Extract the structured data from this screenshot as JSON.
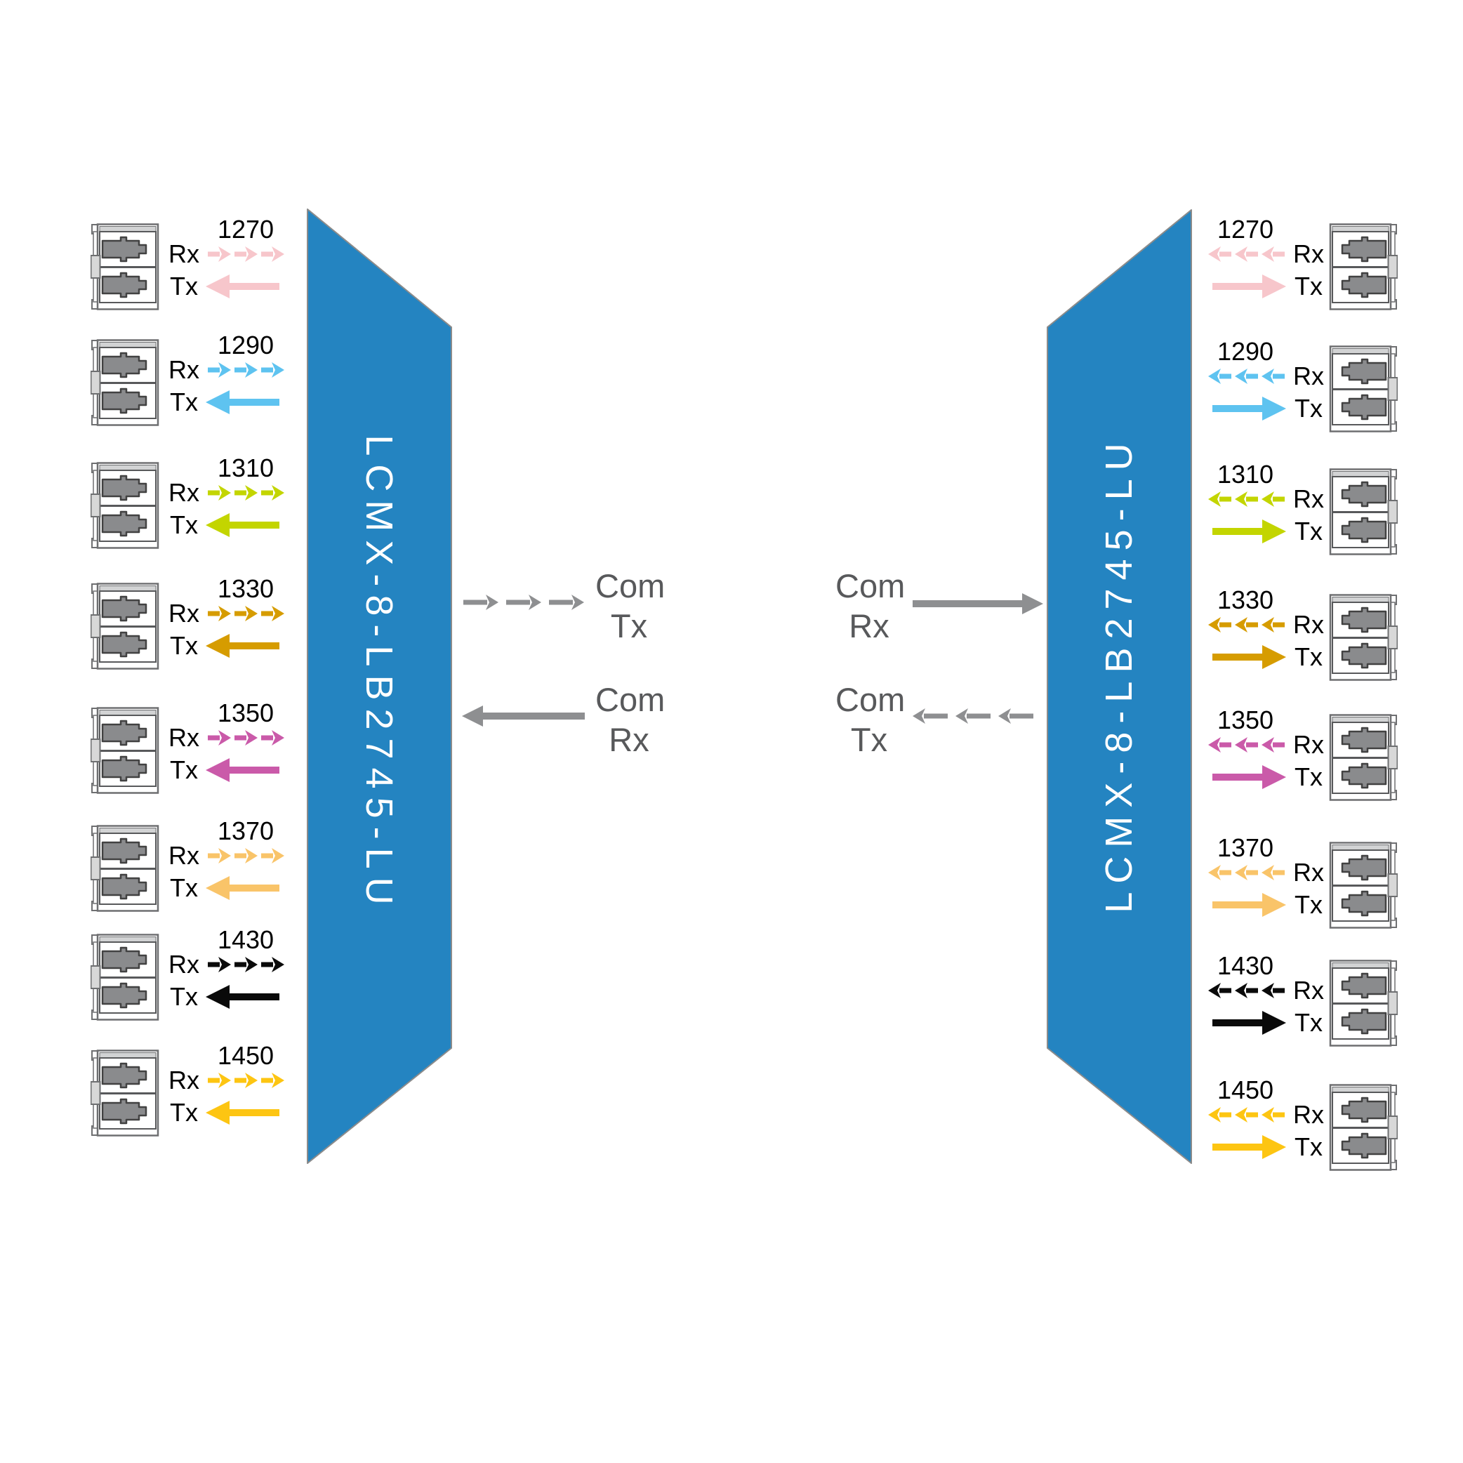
{
  "mux_left": {
    "label": "LCMX-8-LB2745-LU"
  },
  "mux_right": {
    "label": "LCMX-8-LB2745-LU"
  },
  "colors": {
    "mux_fill": "#2484c1",
    "mux_edge": "#8b8b8b",
    "com_arrow_gray": "#8e8f91",
    "com_text_gray": "#58595b",
    "connector_body": "#ffffff",
    "connector_border": "#6e6f71",
    "connector_plug": "#8a8b8d",
    "connector_latch": "#d8d8d8"
  },
  "icons": {
    "lc_connector": "lc-duplex-connector",
    "rx_arrow": "dashed-triple-arrow",
    "tx_arrow": "solid-long-arrow"
  },
  "com": {
    "left": {
      "out": {
        "line1": "Com",
        "line2": "Tx"
      },
      "in": {
        "line1": "Com",
        "line2": "Rx"
      }
    },
    "right": {
      "in": {
        "line1": "Com",
        "line2": "Rx"
      },
      "out": {
        "line1": "Com",
        "line2": "Tx"
      }
    }
  },
  "channels": [
    {
      "wavelength": "1270",
      "color": "#f7c6cb",
      "rx_label": "Rx",
      "tx_label": "Tx"
    },
    {
      "wavelength": "1290",
      "color": "#5ec3f0",
      "rx_label": "Rx",
      "tx_label": "Tx"
    },
    {
      "wavelength": "1310",
      "color": "#c3d500",
      "rx_label": "Rx",
      "tx_label": "Tx"
    },
    {
      "wavelength": "1330",
      "color": "#d69c00",
      "rx_label": "Rx",
      "tx_label": "Tx"
    },
    {
      "wavelength": "1350",
      "color": "#ca5aa9",
      "rx_label": "Rx",
      "tx_label": "Tx"
    },
    {
      "wavelength": "1370",
      "color": "#f9c469",
      "rx_label": "Rx",
      "tx_label": "Tx"
    },
    {
      "wavelength": "1430",
      "color": "#0a0a0a",
      "rx_label": "Rx",
      "tx_label": "Tx"
    },
    {
      "wavelength": "1450",
      "color": "#fdc512",
      "rx_label": "Rx",
      "tx_label": "Tx"
    }
  ]
}
